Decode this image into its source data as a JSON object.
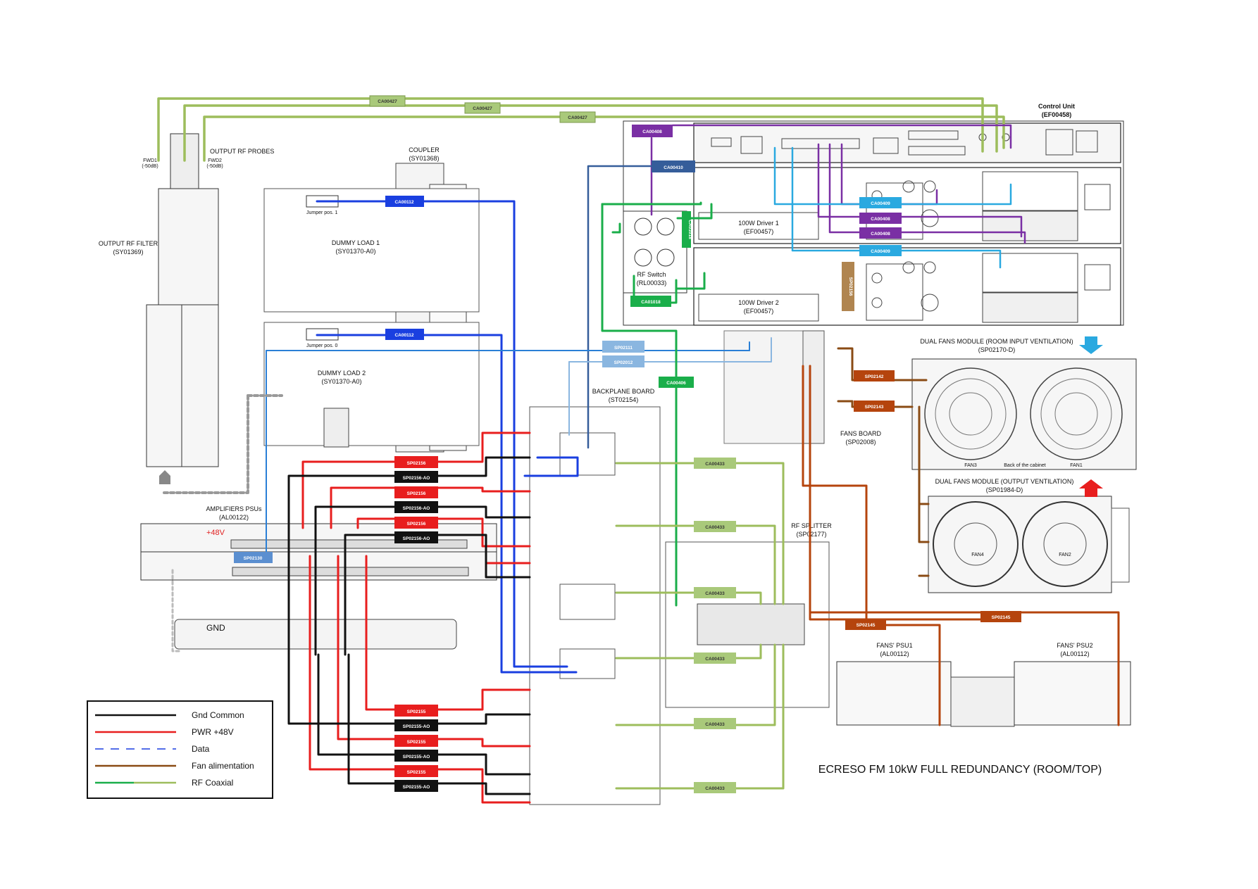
{
  "colors": {
    "gnd": "#111111",
    "pwr": "#e81e1e",
    "data_blue": "#1a3fe0",
    "data_light": "#2aa9e0",
    "data_navy": "#355d9a",
    "fan": "#b5440d",
    "fan_brown": "#8a4b14",
    "rf_green": "#1aae4a",
    "rf_olive": "#9dbd5c",
    "purple": "#7a2fa4",
    "tag_olive": "#a9c97a",
    "tag_blue": "#8ab6e0"
  },
  "title": "ECRESO FM 10kW FULL REDUNDANCY (ROOM/TOP)",
  "units": {
    "control_unit": {
      "name": "Control Unit",
      "code": "(EF00458)"
    },
    "driver1": {
      "name": "100W Driver 1",
      "code": "(EF00457)"
    },
    "driver2": {
      "name": "100W Driver 2",
      "code": "(EF00457)"
    },
    "rf_switch": {
      "name": "RF Switch",
      "code": "(RL00033)"
    },
    "coupler": {
      "name": "COUPLER",
      "code": "(SY01368)"
    },
    "output_filter": {
      "name": "OUTPUT RF FILTER",
      "code": "(SY01369)"
    },
    "output_probes": {
      "name": "OUTPUT RF PROBES"
    },
    "dummy1": {
      "name": "DUMMY LOAD 1",
      "code": "(SY01370-A0)",
      "jumper": "Jumper pos. 1"
    },
    "dummy2": {
      "name": "DUMMY LOAD 2",
      "code": "(SY01370-A0)",
      "jumper": "Jumper pos. 0"
    },
    "backplane": {
      "name": "BACKPLANE BOARD",
      "code": "(ST02154)"
    },
    "amp_psus": {
      "name": "AMPLIFIERS PSUs",
      "code": "(AL00122)",
      "voltage": "+48V"
    },
    "rf_splitter": {
      "name": "RF SPLITTER",
      "code": "(SP02177)"
    },
    "fans_board": {
      "name": "FANS BOARD",
      "code": "(SP02008)"
    },
    "fans_input": {
      "name": "DUAL FANS MODULE (ROOM INPUT VENTILATION)",
      "code": "(SP02170-D)",
      "fan3": "FAN3",
      "back": "Back of the cabinet",
      "fan1": "FAN1"
    },
    "fans_output": {
      "name": "DUAL FANS MODULE (OUTPUT VENTILATION)",
      "code": "(SP01984-D)",
      "fan4": "FAN4",
      "fan2": "FAN2"
    },
    "fans_psu1": {
      "name": "FANS' PSU1",
      "code": "(AL00112)"
    },
    "fans_psu2": {
      "name": "FANS' PSU2",
      "code": "(AL00112)"
    },
    "gnd": "GND",
    "fwd1": "FWD1",
    "fwd1_db": "(-50dB)",
    "fwd2": "FWD2",
    "fwd2_db": "(-50dB)"
  },
  "cable_tags": {
    "ca00427": "CA00427",
    "ca00408": "CA00408",
    "ca00410": "CA00410",
    "ca00409": "CA00409",
    "ca01018": "CA01018",
    "ca00112": "CA00112",
    "sp02111": "SP02111",
    "sp02012": "SP02012",
    "ca00406": "CA00406",
    "sp02142": "SP02142",
    "sp02143": "SP02143",
    "ca00433": "CA00433",
    "sp02156": "SP02156",
    "sp02156_a0": "SP02156-AO",
    "sp02155": "SP02155",
    "sp02155_a0": "SP02155-AO",
    "sp02130": "SP02130",
    "sp02145": "SP02145",
    "sp02156_switch": "SP02156"
  },
  "legend": [
    {
      "label": "Gnd Common",
      "style": "gnd"
    },
    {
      "label": "PWR +48V",
      "style": "pwr"
    },
    {
      "label": "Data",
      "style": "data"
    },
    {
      "label": "Fan alimentation",
      "style": "fan"
    },
    {
      "label": "RF Coaxial",
      "style": "rf"
    }
  ]
}
